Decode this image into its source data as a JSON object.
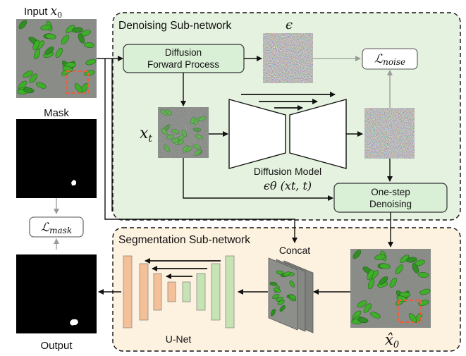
{
  "figure": {
    "input_label_prefix": "Input",
    "input_symbol": "x",
    "input_subscript": "0",
    "mask_label": "Mask",
    "mask_loss_symbol": "ℒ",
    "mask_loss_subscript": "mask",
    "output_label": "Output"
  },
  "denoising": {
    "title": "Denoising Sub-network",
    "forward_line1": "Diffusion",
    "forward_line2": "Forward Process",
    "epsilon_symbol": "ϵ",
    "noise_loss_symbol": "ℒ",
    "noise_loss_subscript": "noise",
    "xt_symbol": "x",
    "xt_subscript": "t",
    "model_label": "Diffusion Model",
    "model_formula": "ϵθ (xt, t)",
    "onestep_line1": "One-step",
    "onestep_line2": "Denoising"
  },
  "segmentation": {
    "title": "Segmentation Sub-network",
    "concat_label": "Concat",
    "unet_label": "U-Net",
    "xhat_symbol": "x̂",
    "xhat_subscript": "0"
  },
  "colors": {
    "denoise_bg": "#e6f2e0",
    "seg_bg": "#fdf1e0",
    "box_fill": "#d9efd6",
    "unet_orange": "#f4c09a",
    "unet_green": "#c5e3b3",
    "leaf_green": "#3fae2a",
    "crop_red": "#e8603c"
  }
}
